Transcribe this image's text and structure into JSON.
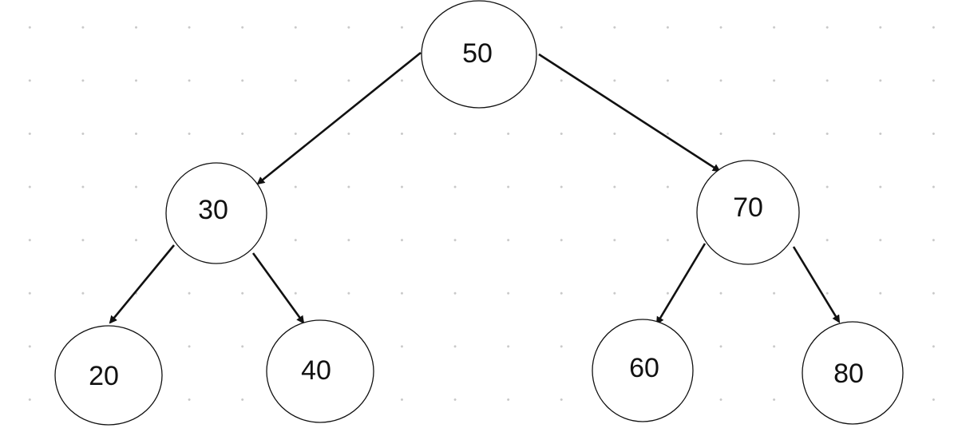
{
  "tree": {
    "nodes": [
      {
        "id": "n50",
        "label": "50"
      },
      {
        "id": "n30",
        "label": "30"
      },
      {
        "id": "n70",
        "label": "70"
      },
      {
        "id": "n20",
        "label": "20"
      },
      {
        "id": "n40",
        "label": "40"
      },
      {
        "id": "n60",
        "label": "60"
      },
      {
        "id": "n80",
        "label": "80"
      }
    ],
    "edges": [
      {
        "from": "n50",
        "to": "n30"
      },
      {
        "from": "n50",
        "to": "n70"
      },
      {
        "from": "n30",
        "to": "n20"
      },
      {
        "from": "n30",
        "to": "n40"
      },
      {
        "from": "n70",
        "to": "n60"
      },
      {
        "from": "n70",
        "to": "n80"
      }
    ],
    "colors": {
      "stroke": "#111111",
      "fill": "#ffffff",
      "grid_dot": "#c8c8c8"
    }
  }
}
